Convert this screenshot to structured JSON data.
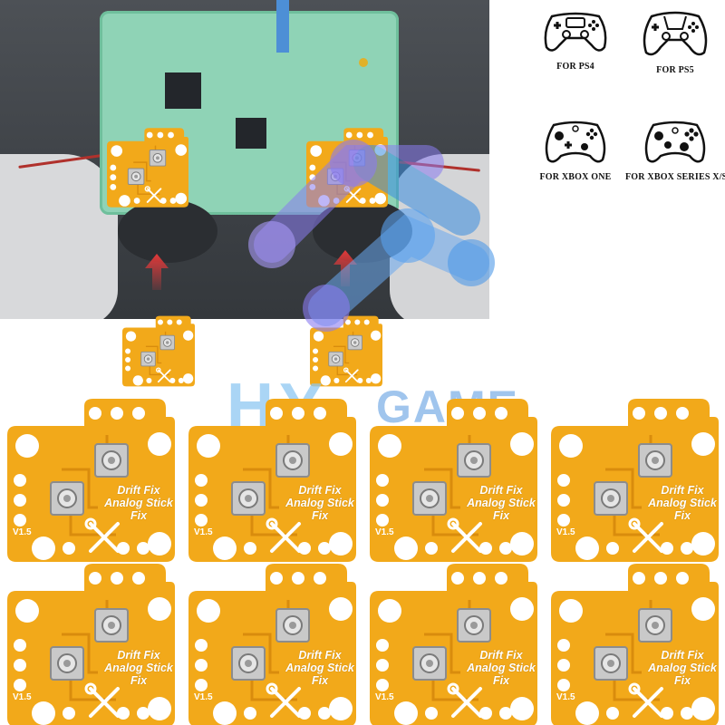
{
  "watermark": {
    "brand_hy": "HY",
    "brand_game": "GAME"
  },
  "compatibility": [
    {
      "label": "FOR PS4",
      "icon": "ps4-controller-icon"
    },
    {
      "label": "FOR PS5",
      "icon": "ps5-controller-icon"
    },
    {
      "label": "FOR XBOX ONE",
      "icon": "xbox-one-controller-icon"
    },
    {
      "label": "FOR XBOX SERIES X/S",
      "icon": "xbox-series-controller-icon"
    }
  ],
  "board": {
    "line1": "Drift Fix",
    "line2": "Analog Stick",
    "line3": "Fix",
    "version": "V1.5",
    "color": "#f2a91a",
    "pad_color": "#ffffff"
  },
  "board_count": 8,
  "colors": {
    "arrow": "#e23a3a",
    "pcb": "#8fd3b6",
    "watermark_light": "#8ec8f2",
    "watermark_dark": "#2f7fd9"
  }
}
